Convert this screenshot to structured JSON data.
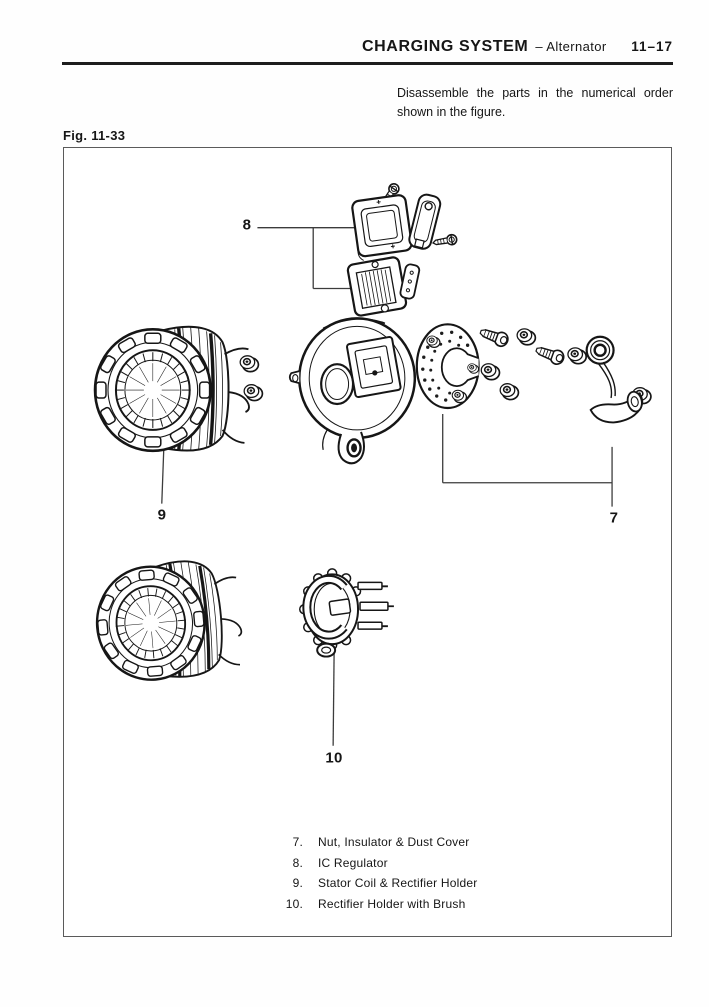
{
  "header": {
    "title": "CHARGING SYSTEM",
    "subtitle": "– Alternator",
    "page_number": "11–17"
  },
  "instruction": {
    "line1": "Disassemble the parts in the numerical order",
    "line2": "shown in the figure."
  },
  "figure": {
    "label": "Fig. 11-33",
    "callouts": [
      {
        "number": "8"
      },
      {
        "number": "9"
      },
      {
        "number": "7"
      },
      {
        "number": "10"
      }
    ],
    "parts_list": [
      {
        "number": "7.",
        "name": "Nut, Insulator & Dust Cover"
      },
      {
        "number": "8.",
        "name": "IC Regulator"
      },
      {
        "number": "9.",
        "name": "Stator Coil & Rectifier Holder"
      },
      {
        "number": "10.",
        "name": "Rectifier Holder with Brush"
      }
    ]
  },
  "colors": {
    "ink": "#161616",
    "leader_line": "#3c3c3c",
    "figure_border": "#5a5a5a",
    "page_background": "#fefefe"
  }
}
